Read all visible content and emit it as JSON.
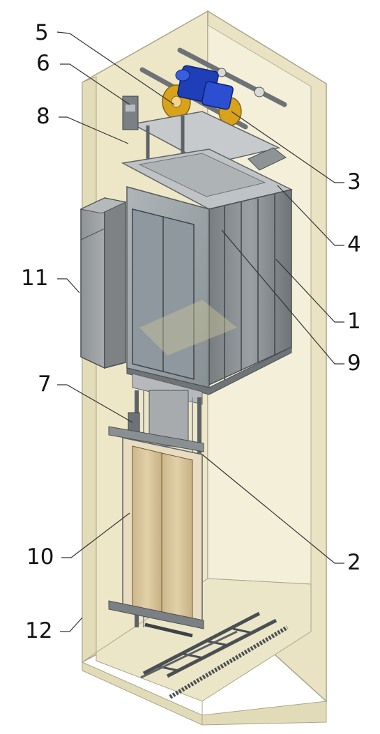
{
  "diagram": {
    "callouts": [
      {
        "id": "1",
        "label": "1"
      },
      {
        "id": "2",
        "label": "2"
      },
      {
        "id": "3",
        "label": "3"
      },
      {
        "id": "4",
        "label": "4"
      },
      {
        "id": "5",
        "label": "5"
      },
      {
        "id": "6",
        "label": "6"
      },
      {
        "id": "7",
        "label": "7"
      },
      {
        "id": "8",
        "label": "8"
      },
      {
        "id": "9",
        "label": "9"
      },
      {
        "id": "10",
        "label": "10"
      },
      {
        "id": "11",
        "label": "11"
      },
      {
        "id": "12",
        "label": "12"
      }
    ]
  },
  "colors": {
    "shaft_wall": "#ede7c8",
    "shaft_inner": "#f3efd9",
    "shaft_edge": "#a9a48a",
    "car_panel": "#8c9294",
    "car_glass": "#9da7ad",
    "landing_door": "#d8c49a",
    "control_cabinet": "#9a9d9f",
    "motor": "#1f3fb8",
    "sheave": "#d8a21a",
    "steel": "#5d6266"
  }
}
